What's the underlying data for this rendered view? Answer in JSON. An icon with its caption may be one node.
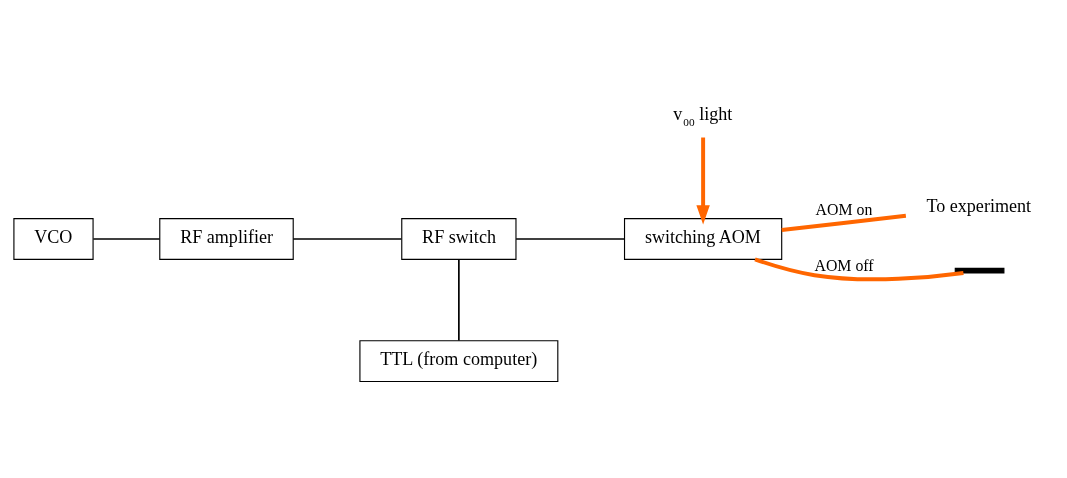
{
  "diagram": {
    "nodes": [
      {
        "text": [
          "VCO"
        ]
      },
      {
        "text": [
          "RF amplifier"
        ]
      },
      {
        "text": [
          "RF switch"
        ]
      },
      {
        "text": [
          "switching AOM"
        ]
      },
      {
        "text": [
          "TTL (from computer)"
        ]
      },
      {
        "text": [
          "v$_{00}$ light"
        ]
      },
      {
        "text": [
          "To experiment"
        ]
      },
      {
        "text": [],
        "shape": "bar"
      }
    ],
    "edges": [
      {
        "from": 0,
        "to": 1,
        "arrow": "none"
      },
      {
        "from": 1,
        "to": 2,
        "arrow": "none"
      },
      {
        "from": 2,
        "to": 3,
        "arrow": "none"
      },
      {
        "from": 2,
        "to": 4,
        "arrow": "none"
      },
      {
        "from": 5,
        "to": 3,
        "arrow": "to",
        "style": "thick",
        "color": "#ff6600"
      },
      {
        "from": 3,
        "to": 7,
        "arrow": "none",
        "label": "AOM off",
        "style": "thick",
        "color": "#ff6600"
      },
      {
        "from": 3,
        "to": 6,
        "arrow": "none",
        "label": "AOM on",
        "style": "thick",
        "color": "#ff6600"
      }
    ]
  }
}
